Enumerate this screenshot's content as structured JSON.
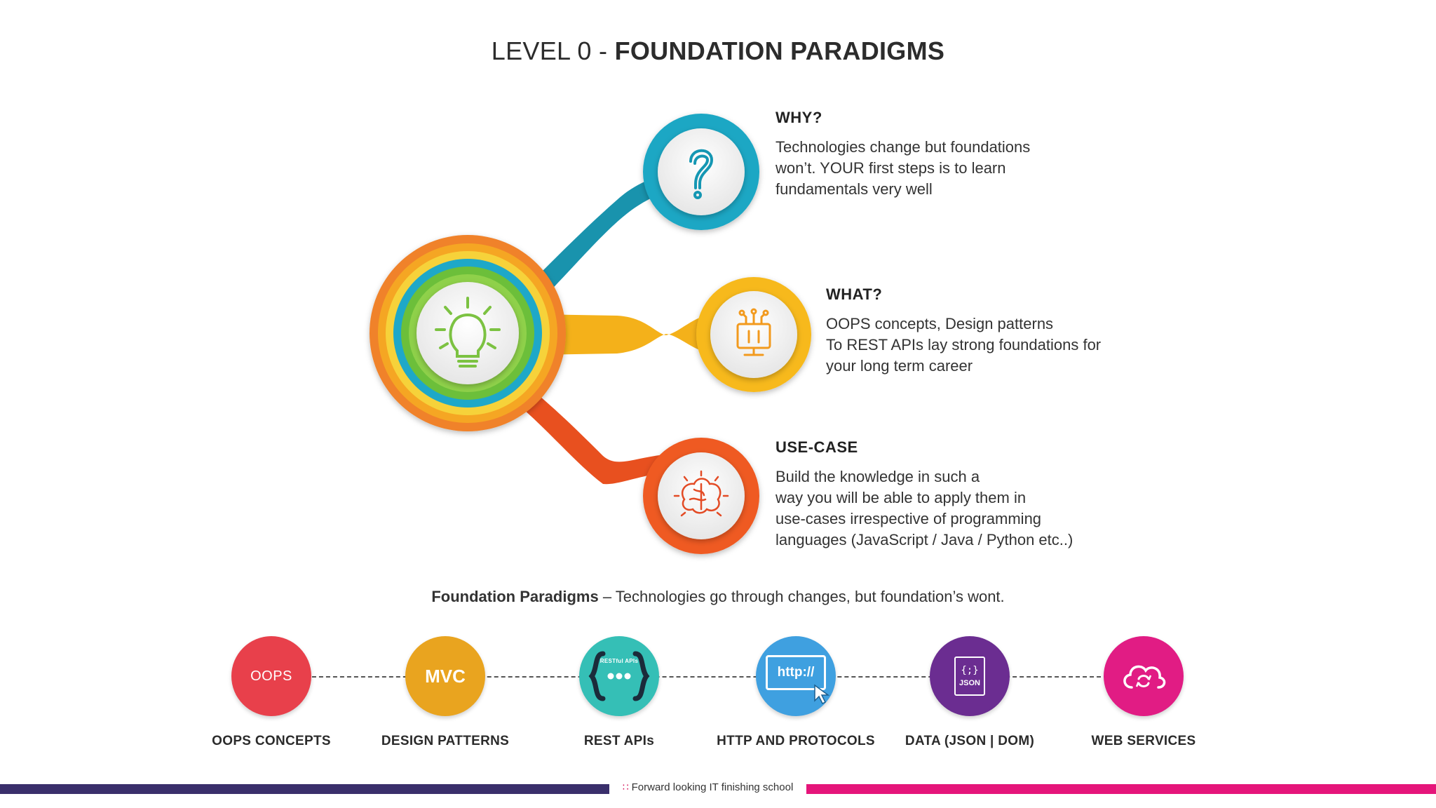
{
  "title": {
    "prefix": "LEVEL 0",
    "separator": " - ",
    "main": "FOUNDATION PARADIGMS"
  },
  "hub": {
    "center_icon": "lightbulb-icon",
    "branches": [
      {
        "heading": "WHY?",
        "lines": [
          "Technologies change but foundations",
          "won’t. YOUR first steps is to learn",
          "fundamentals very well"
        ],
        "icon": "question-mark-icon",
        "color": "#1aa7c4"
      },
      {
        "heading": "WHAT?",
        "lines": [
          "OOPS concepts, Design patterns",
          "To REST APIs lay strong foundations for",
          "your long term career"
        ],
        "icon": "circuit-monitor-icon",
        "color": "#f7b91c"
      },
      {
        "heading": "USE-CASE",
        "lines": [
          "Build the knowledge in such a",
          "way you will be able to apply them in",
          "use-cases irrespective of programming",
          "languages (JavaScript / Java / Python etc..)"
        ],
        "icon": "brain-icon",
        "color": "#ef5a22"
      }
    ]
  },
  "tagline": {
    "bold": "Foundation Paradigms",
    "rest": " – Technologies go through changes, but foundation’s wont."
  },
  "timeline": [
    {
      "label": "OOPS CONCEPTS",
      "icon_text": "OOPS",
      "icon": "oops-icon",
      "color": "#e8404b"
    },
    {
      "label": "DESIGN PATTERNS",
      "icon_text": "MVC",
      "icon": "mvc-icon",
      "color": "#e9a41f"
    },
    {
      "label": "REST APIs",
      "icon_text": "RESTful APIs",
      "icon": "curly-braces-icon",
      "color": "#35bfb6"
    },
    {
      "label": "HTTP AND PROTOCOLS",
      "icon_text": "http://",
      "icon": "http-browser-icon",
      "color": "#3fa0e0"
    },
    {
      "label": "DATA (JSON | DOM)",
      "icon_text": "JSON",
      "icon": "json-file-icon",
      "color": "#6b2d91"
    },
    {
      "label": "WEB SERVICES",
      "icon_text": "",
      "icon": "cloud-sync-icon",
      "color": "#e11c84"
    }
  ],
  "footer": {
    "text": "Forward looking IT finishing school",
    "left_color": "#3a2f6b",
    "right_color": "#e5157a"
  }
}
